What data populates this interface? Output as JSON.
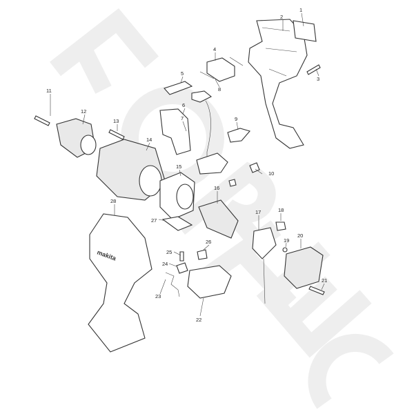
{
  "watermark": "FORTEC",
  "brand_on_housing": "makita",
  "callouts": [
    "1",
    "2",
    "3",
    "4",
    "5",
    "6",
    "7",
    "8",
    "9",
    "10",
    "11",
    "12",
    "13",
    "14",
    "15",
    "16",
    "17",
    "18",
    "19",
    "20",
    "21",
    "22",
    "23",
    "24",
    "25",
    "26",
    "27",
    "28"
  ]
}
